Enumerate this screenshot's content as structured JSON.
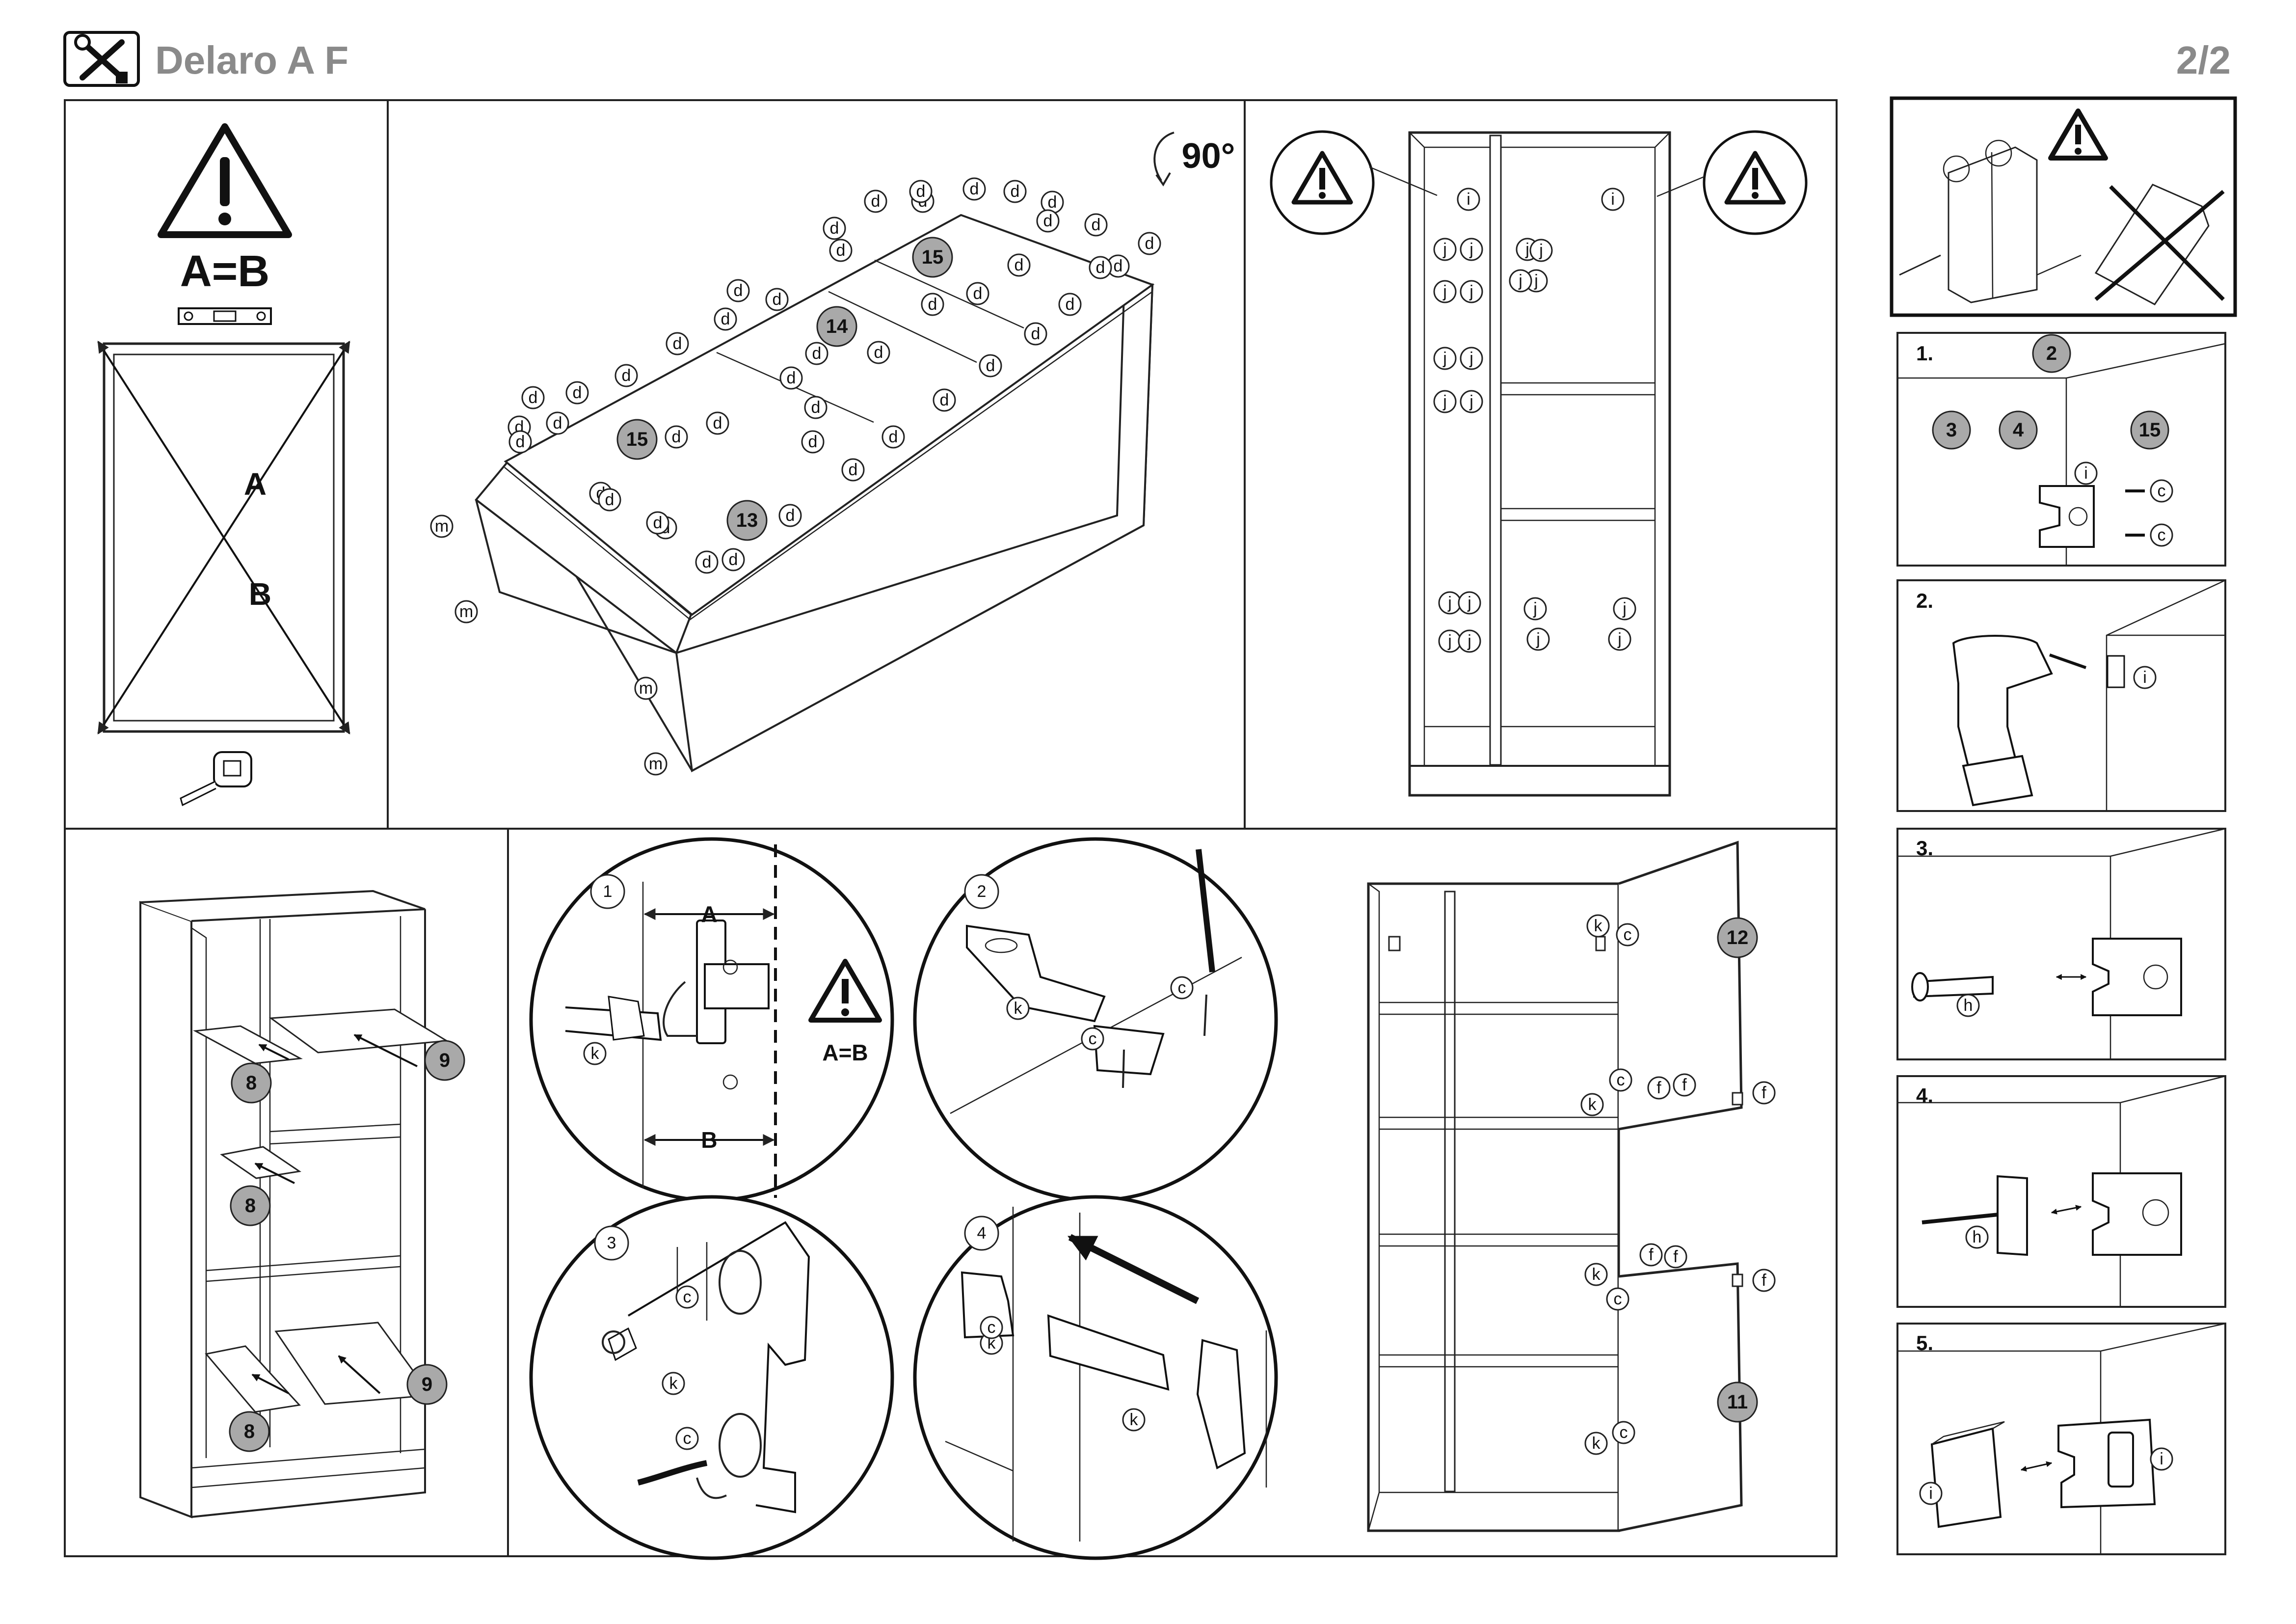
{
  "header": {
    "title": "Delaro A F",
    "page": "2/2",
    "tools_icon": "tools-icon"
  },
  "colors": {
    "header_text": "#8a8a8a",
    "part_badge_fill": "#a9a9a9",
    "line": "#222222"
  },
  "panel_measure": {
    "equation": "A=B",
    "diag_a": "A",
    "diag_b": "B",
    "icons": [
      "warning-icon",
      "spirit-level-icon",
      "tape-measure-icon"
    ]
  },
  "panel_back": {
    "rotate": "90°",
    "panels": [
      "15",
      "14",
      "15",
      "13"
    ],
    "nail_label": "d",
    "edge_label": "m"
  },
  "panel_connectors": {
    "i_label": "i",
    "j_label": "j",
    "icons": [
      "warning-icon",
      "warning-icon"
    ]
  },
  "panel_shelves": {
    "shelves": [
      "9",
      "8",
      "8",
      "9",
      "8"
    ]
  },
  "panel_hinges": {
    "steps": [
      "1",
      "2",
      "3",
      "4"
    ],
    "dim_a": "A",
    "dim_b": "B",
    "equation": "A=B",
    "k_label": "k",
    "c_label": "c"
  },
  "panel_doors": {
    "doors": [
      "12",
      "11"
    ],
    "k_label": "k",
    "c_label": "c",
    "f_label": "f"
  },
  "wall_fix": {
    "warning_icon": "warning-icon",
    "steps": [
      {
        "num": "1.",
        "parts": [
          "2",
          "3",
          "4",
          "15"
        ],
        "labels": [
          "i",
          "c",
          "c"
        ]
      },
      {
        "num": "2.",
        "labels": [
          "i"
        ]
      },
      {
        "num": "3.",
        "labels": [
          "h"
        ]
      },
      {
        "num": "4.",
        "labels": [
          "h"
        ]
      },
      {
        "num": "5.",
        "labels": [
          "i",
          "i"
        ]
      }
    ]
  }
}
